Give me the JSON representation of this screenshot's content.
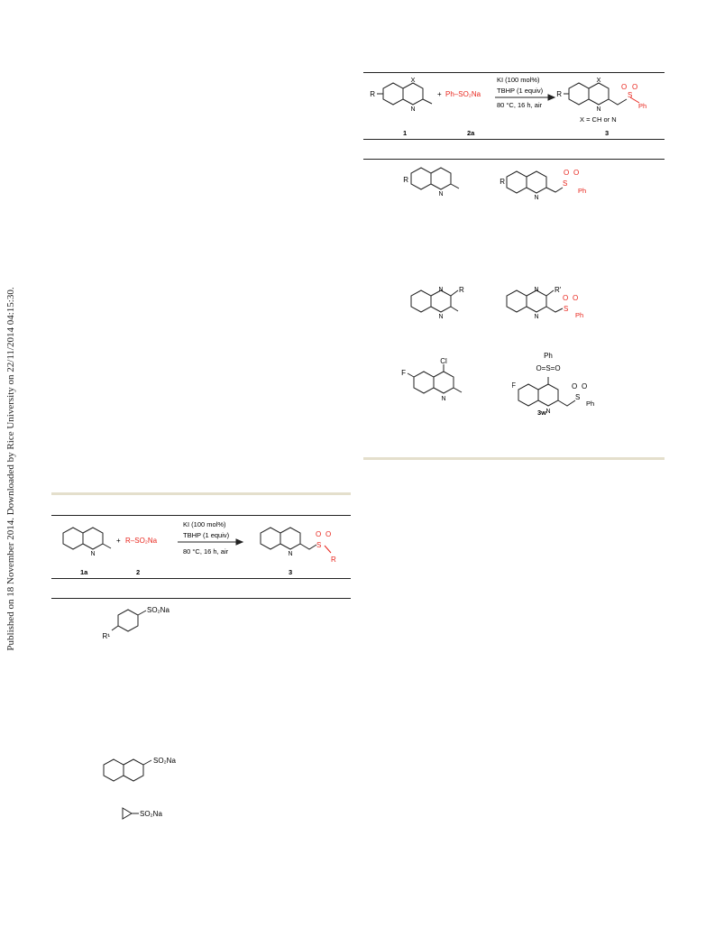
{
  "side_note": "Published on 18 November 2014. Downloaded by Rice University on 22/11/2014 04:15:30.",
  "table_right": {
    "header": {
      "r_label": "R",
      "x_label": "X",
      "plus": "+",
      "reagent": "Ph–SO₂Na",
      "cond1": "KI (100 mol%)",
      "cond2": "TBHP (1 equiv)",
      "cond3": "80 °C, 16 h, air",
      "xnote": "X = CH or N",
      "ph": "Ph",
      "num1": "1",
      "num2": "2a",
      "num3": "3"
    },
    "rows": [
      {
        "sub_r": "R",
        "prod_r": "R",
        "ph": "Ph"
      },
      {
        "sub_r": "R",
        "prod_r": "R'",
        "ph": "Ph"
      },
      {
        "sub_cl": "Cl",
        "sub_f": "F",
        "prod_f": "F",
        "prod_ph_top": "Ph",
        "prod_so2": "O=S=O",
        "prod_ph": "Ph",
        "label": "3w"
      }
    ]
  },
  "table_left": {
    "header": {
      "plus": "+",
      "reagent": "R–SO₂Na",
      "cond1": "KI (100 mol%)",
      "cond2": "TBHP (1 equiv)",
      "cond3": "80 °C, 16 h, air",
      "r": "R",
      "num1": "1a",
      "num2": "2",
      "num3": "3"
    },
    "rows": [
      {
        "sulfinate": "SO₂Na",
        "r1": "R¹"
      },
      {
        "sulfinate": "SO₂Na"
      },
      {
        "sulfinate": "SO₂Na"
      }
    ]
  },
  "colors": {
    "red": "#e8261d",
    "rule": "#222222",
    "band": "#e4dfcc"
  }
}
